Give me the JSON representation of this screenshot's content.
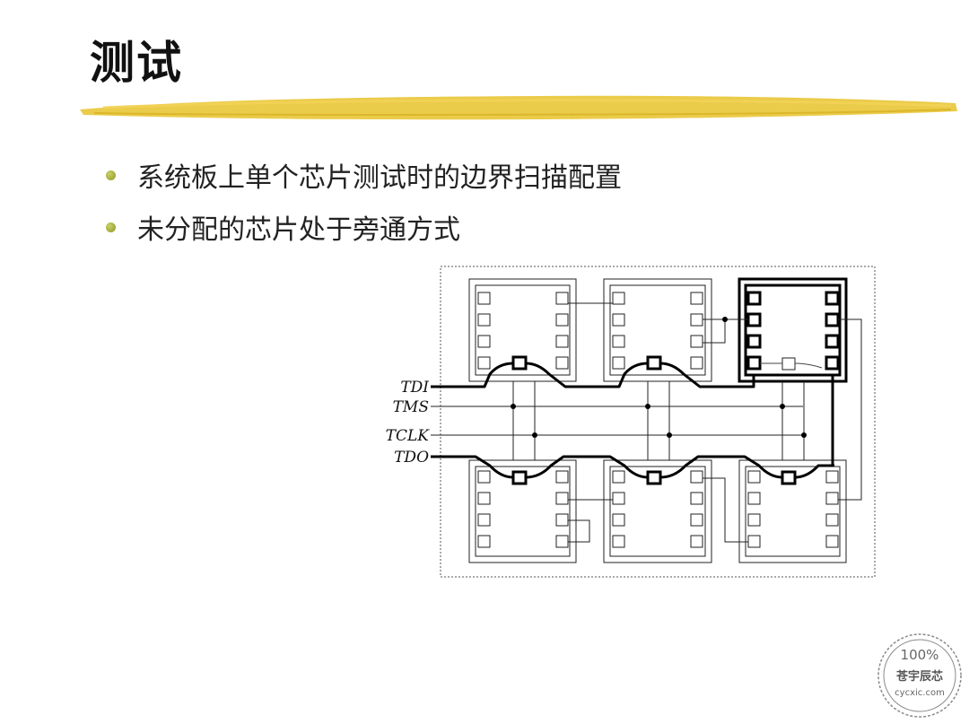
{
  "slide": {
    "title": "测试",
    "bullets": [
      "系统板上单个芯片测试时的边界扫描配置",
      "未分配的芯片处于旁通方式"
    ]
  },
  "diagram": {
    "signals": {
      "tdi": "TDI",
      "tms": "TMS",
      "tclk": "TCLK",
      "tdo": "TDO"
    }
  },
  "stamp": {
    "percent": "100%",
    "company": "苍宇辰芯",
    "site": "cycxic.com"
  },
  "colors": {
    "accent_yellow": "#E8C22A",
    "bullet": "#9AA523"
  }
}
